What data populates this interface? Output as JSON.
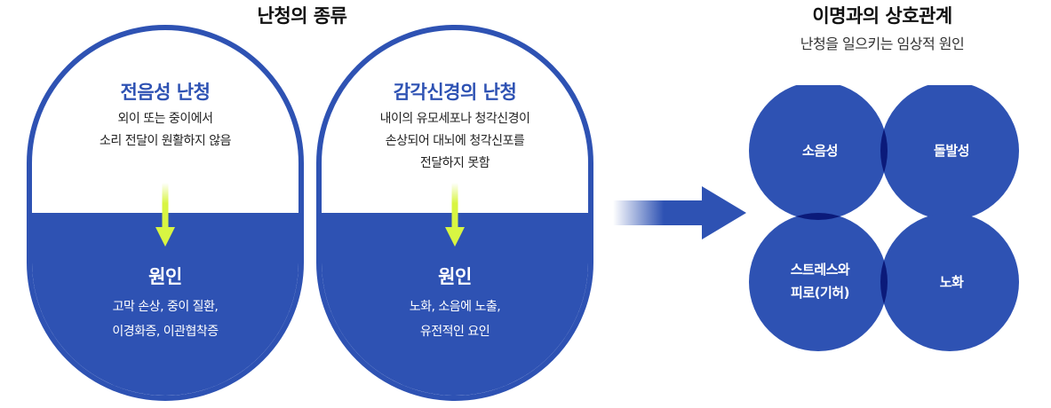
{
  "types_heading": "난청의 종류",
  "relation_heading": "이명과의 상호관계",
  "relation_subheading": "난청을 일으키는 임상적 원인",
  "hearing_loss_types": [
    {
      "title": "전음성 난청",
      "description_lines": [
        "외이 또는 중이에서",
        "소리 전달이 원활하지 않음"
      ],
      "cause_title": "원인",
      "cause_lines": [
        "고막 손상, 중이 질환,",
        "이경화증, 이관협착증"
      ]
    },
    {
      "title": "감각신경의 난청",
      "description_lines": [
        "내이의 유모세포나 청각신경이",
        "손상되어 대뇌에 청각신포를",
        "전달하지 못함"
      ],
      "cause_title": "원인",
      "cause_lines": [
        "노화, 소음에 노출,",
        "유전적인 요인"
      ]
    }
  ],
  "clinical_causes": [
    {
      "label_lines": [
        "소음성"
      ]
    },
    {
      "label_lines": [
        "돌발성"
      ]
    },
    {
      "label_lines": [
        "스트레스와",
        "피로(기허)"
      ]
    },
    {
      "label_lines": [
        "노화"
      ]
    }
  ],
  "colors": {
    "primary_blue": "#2e52b3",
    "overlap_navy": "#0b1a7a",
    "arrow_green": "#d8f542"
  }
}
